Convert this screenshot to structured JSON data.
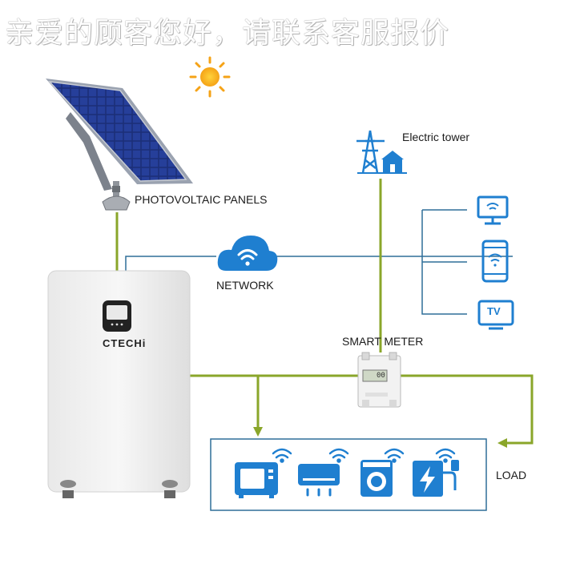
{
  "watermark": "亲爱的顾客您好，请联系客服报价",
  "labels": {
    "photovoltaic": "PHOTOVOLTAIC PANELS",
    "electric_tower": "Electric tower",
    "network": "NETWORK",
    "smart_meter": "SMART METER",
    "load": "LOAD",
    "battery_brand": "CTECHi",
    "tv": "TV",
    "meter_display": "00"
  },
  "colors": {
    "wire_green": "#8aa62a",
    "wire_blue": "#2f6e99",
    "icon_blue": "#1f7fd0",
    "sun": "#f5a317"
  },
  "icons": [
    "sun-icon",
    "solar-panel",
    "electric-tower-icon",
    "cloud-wifi-icon",
    "monitor-icon",
    "phone-icon",
    "tv-icon",
    "smart-meter",
    "battery-cabinet",
    "microwave-icon",
    "air-conditioner-icon",
    "washing-machine-icon",
    "ev-charger-icon"
  ]
}
